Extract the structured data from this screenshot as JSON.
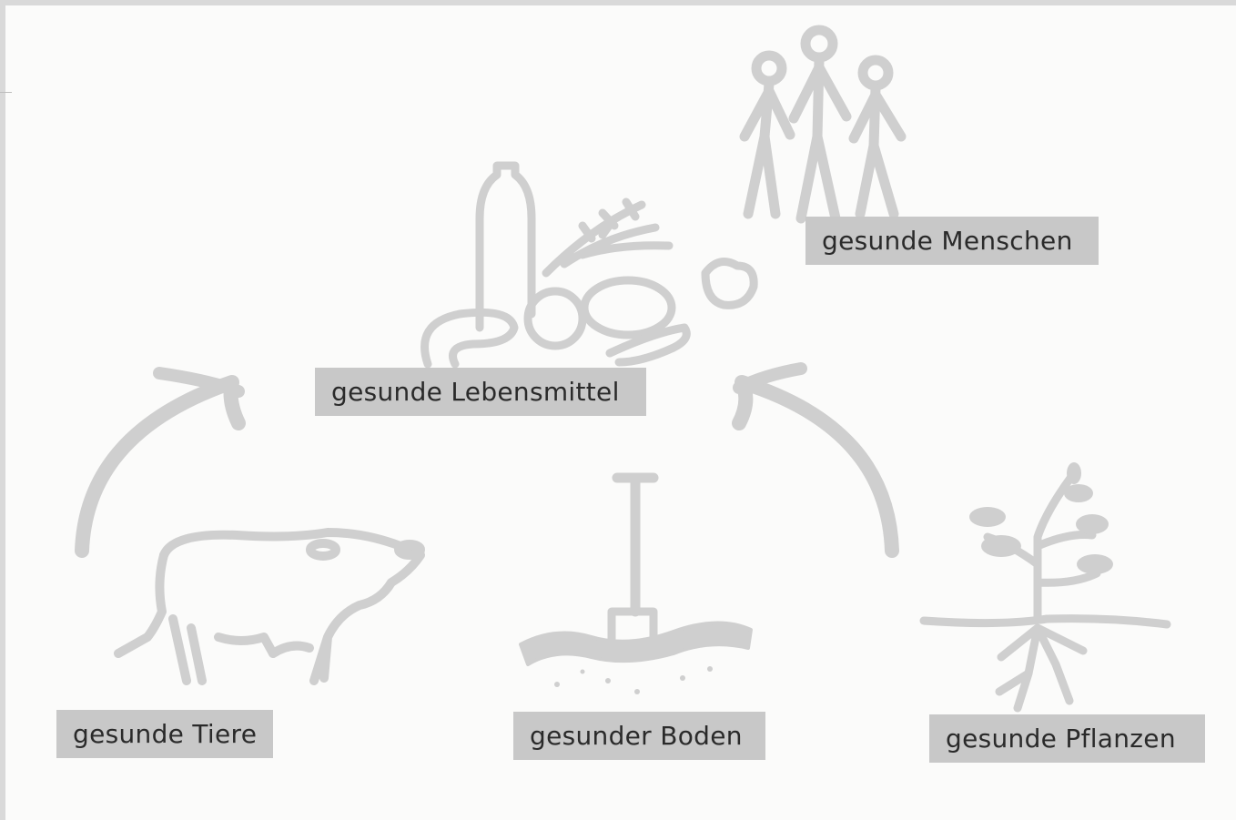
{
  "diagram": {
    "labels": {
      "menschen": "gesunde Menschen",
      "lebensmittel": "gesunde Lebensmittel",
      "tiere": "gesunde Tiere",
      "boden": "gesunder Boden",
      "pflanzen": "gesunde Pflanzen"
    },
    "colors": {
      "illustration": "#cfcfcf",
      "label_background": "#c8c8c8",
      "label_text": "#2a2a2a",
      "paper": "#fbfbfa"
    }
  }
}
